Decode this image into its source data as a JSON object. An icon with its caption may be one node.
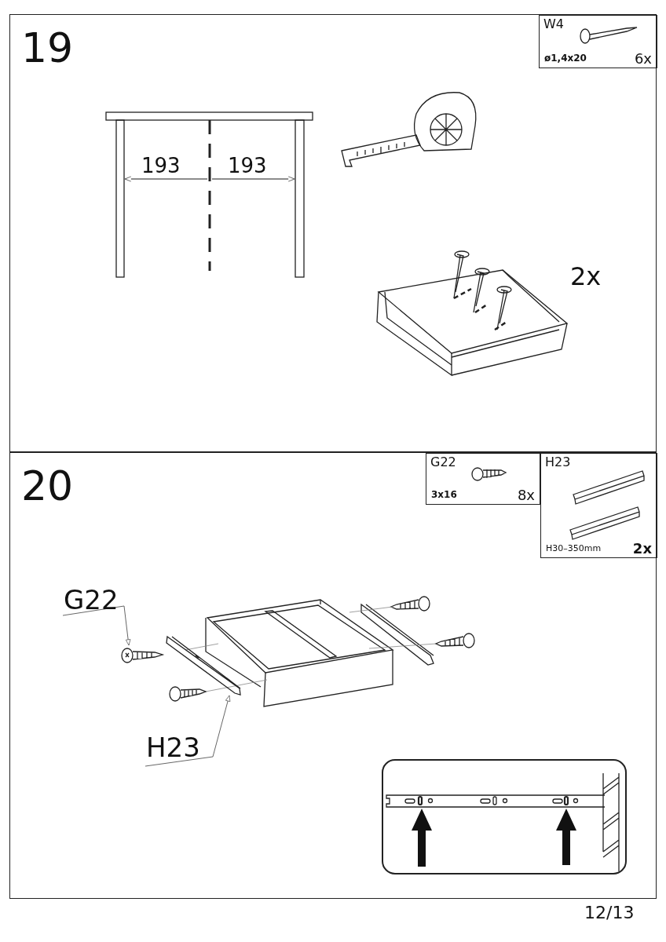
{
  "diagram": {
    "nodes": [
      {
        "text": [
          "19"
        ]
      },
      {
        "text": [
          "W4",
          "ø1,4x20",
          "6x"
        ],
        "in": 0
      },
      {
        "text": [
          "20"
        ]
      },
      {
        "text": [
          "G22",
          "3x16",
          "8x"
        ],
        "in": 2
      },
      {
        "text": [
          "H23",
          "H30–350mm",
          "2x"
        ],
        "in": 2
      },
      {
        "text": [
          "G22"
        ],
        "in": 2
      },
      {
        "text": [],
        "shape": "picture",
        "in": 2
      },
      {
        "text": [
          "H23"
        ],
        "in": 2
      },
      {
        "text": [],
        "shape": "picture",
        "in": 2
      }
    ],
    "edges": [
      {
        "from": 5,
        "to": 6,
        "arrow": "to"
      },
      {
        "from": 7,
        "to": 8,
        "arrow": "to"
      }
    ],
    "labels": [
      "193",
      "193",
      "2x",
      "12/13"
    ]
  }
}
